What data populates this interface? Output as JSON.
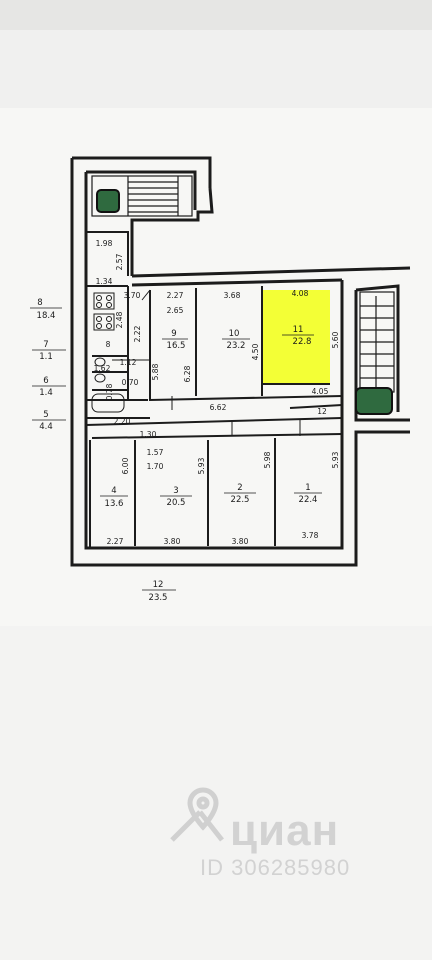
{
  "watermark": {
    "brand": "циан",
    "id": "ID 306285980"
  },
  "legend": [
    {
      "num": "8",
      "area": "18.4"
    },
    {
      "num": "7",
      "area": "1.1"
    },
    {
      "num": "6",
      "area": "1.4"
    },
    {
      "num": "5",
      "area": "4.4"
    }
  ],
  "total": {
    "num": "12",
    "area": "23.5"
  },
  "rooms": [
    {
      "num": "9",
      "area": "16.5"
    },
    {
      "num": "10",
      "area": "23.2"
    },
    {
      "num": "11",
      "area": "22.8"
    },
    {
      "num": "4",
      "area": "13.6"
    },
    {
      "num": "3",
      "area": "20.5"
    },
    {
      "num": "2",
      "area": "22.5"
    },
    {
      "num": "1",
      "area": "22.4"
    }
  ],
  "dimensions": {
    "d_198": "1.98",
    "d_257": "2.57",
    "d_134": "1.34",
    "d_370": "3.70",
    "d_227a": "2.27",
    "d_265": "2.65",
    "d_368": "3.68",
    "d_408": "4.08",
    "d_248": "2.48",
    "d_222": "2.22",
    "d_588": "5.88",
    "d_628": "6.28",
    "d_450": "4.50",
    "d_560": "5.60",
    "d_405": "4.05",
    "d_112": "1.12",
    "d_662": "6.62",
    "d_12": "12",
    "d_162": "1.62",
    "d_070": "0.70",
    "d_078": "0.78",
    "d_220": "2.20",
    "d_130": "1.30",
    "d_157": "1.57",
    "d_170": "1.70",
    "d_600": "6.00",
    "d_593": "5.93",
    "d_598": "5.98",
    "d_593b": "5.93",
    "d_227b": "2.27",
    "d_380a": "3.80",
    "d_380b": "3.80",
    "d_378": "3.78",
    "d_b": "8"
  },
  "colors": {
    "highlight": "#f3ff36",
    "wall": "#1c1c1c",
    "paper": "#f7f7f5",
    "background": "#dcdcda",
    "column_green": "#2f6a3f"
  },
  "icons": [
    "location-pin-icon"
  ]
}
